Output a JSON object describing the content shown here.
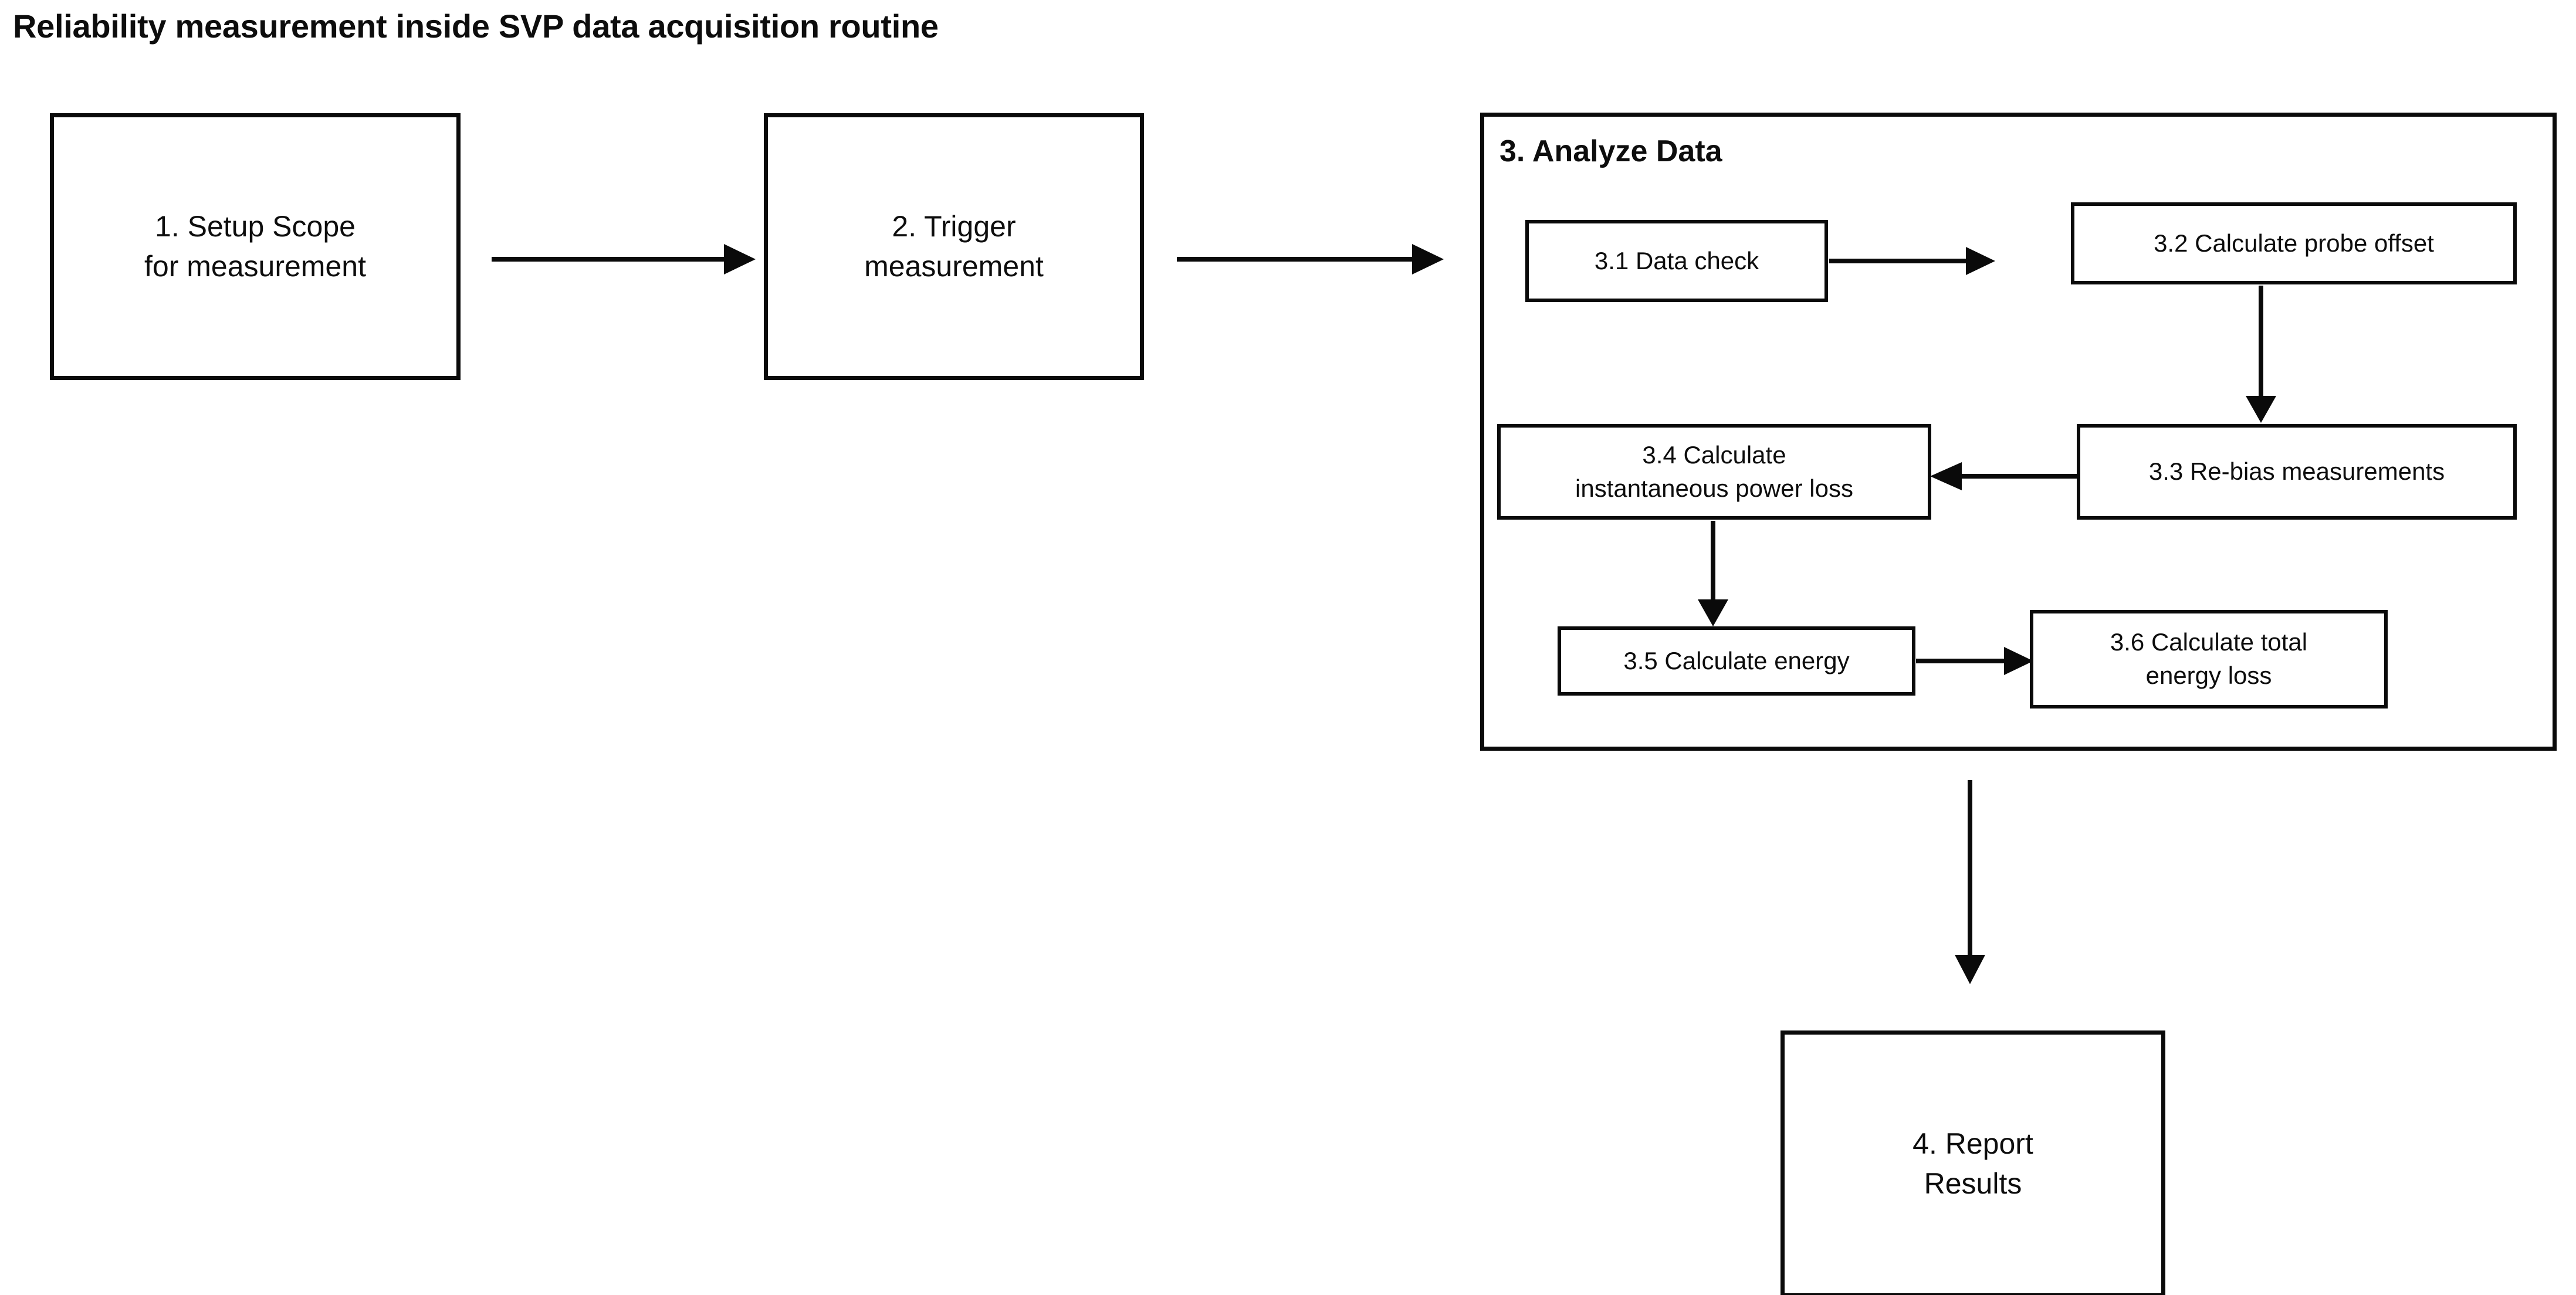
{
  "diagram": {
    "title": "Reliability measurement inside SVP data acquisition routine",
    "type": "flowchart",
    "orientation": "left-to-right with nested sub-process",
    "background_color": "#ffffff",
    "line_color": "#0a0a0a",
    "text_color": "#0d0d0d"
  },
  "nodes": {
    "step1": {
      "id": "1",
      "label": "1. Setup Scope\nfor measurement",
      "line1": "1. Setup Scope",
      "line2": "for measurement",
      "shape": "rectangle"
    },
    "step2": {
      "id": "2",
      "label": "2. Trigger\nmeasurement",
      "line1": "2. Trigger",
      "line2": "measurement",
      "shape": "rectangle"
    },
    "step3": {
      "id": "3",
      "label": "3. Analyze Data",
      "shape": "container"
    },
    "step31": {
      "id": "3.1",
      "label": "3.1 Data check",
      "shape": "rectangle"
    },
    "step32": {
      "id": "3.2",
      "label": "3.2 Calculate probe offset",
      "shape": "rectangle"
    },
    "step33": {
      "id": "3.3",
      "label": "3.3 Re-bias measurements",
      "shape": "rectangle"
    },
    "step34": {
      "id": "3.4",
      "label": "3.4 Calculate\ninstantaneous power loss",
      "line1": "3.4 Calculate",
      "line2": "instantaneous power loss",
      "shape": "rectangle"
    },
    "step35": {
      "id": "3.5",
      "label": "3.5 Calculate energy",
      "shape": "rectangle"
    },
    "step36": {
      "id": "3.6",
      "label": "3.6 Calculate total\nenergy loss",
      "line1": "3.6 Calculate total",
      "line2": "energy loss",
      "shape": "rectangle"
    },
    "step4": {
      "id": "4",
      "label": "4. Report\nResults",
      "line1": "4. Report",
      "line2": "Results",
      "shape": "rectangle"
    }
  },
  "edges": [
    {
      "from": "1",
      "to": "2",
      "direction": "right"
    },
    {
      "from": "2",
      "to": "3",
      "direction": "right"
    },
    {
      "from": "3.1",
      "to": "3.2",
      "direction": "right"
    },
    {
      "from": "3.2",
      "to": "3.3",
      "direction": "down"
    },
    {
      "from": "3.3",
      "to": "3.4",
      "direction": "left"
    },
    {
      "from": "3.4",
      "to": "3.5",
      "direction": "down"
    },
    {
      "from": "3.5",
      "to": "3.6",
      "direction": "right"
    },
    {
      "from": "3",
      "to": "4",
      "direction": "down"
    }
  ]
}
